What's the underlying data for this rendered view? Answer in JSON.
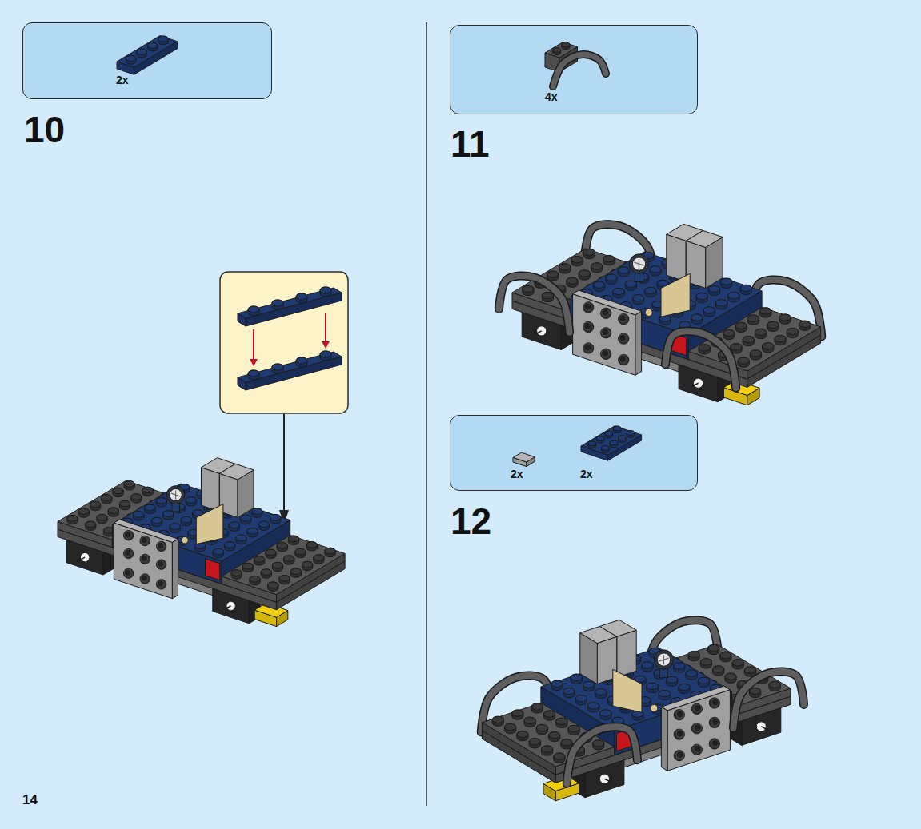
{
  "diagram": {
    "nodes": [
      {
        "text": [
          "2x"
        ]
      },
      {
        "text": [
          "4x"
        ]
      },
      {
        "text": [
          "2x",
          "2x"
        ]
      }
    ],
    "labels": [
      "10",
      "11",
      "12",
      "14"
    ]
  }
}
